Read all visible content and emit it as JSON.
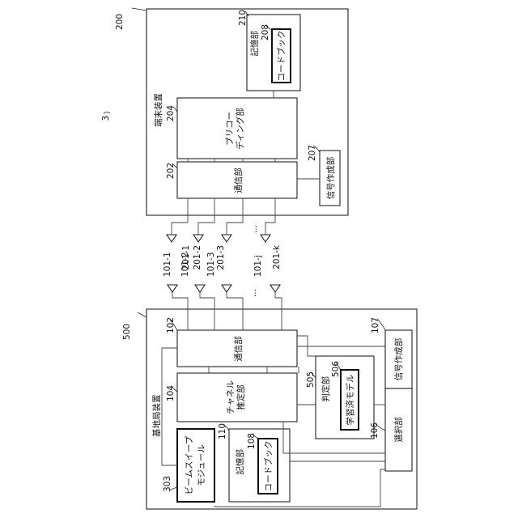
{
  "figure_number": "3",
  "terminal": {
    "ref": "200",
    "title": "端末装置",
    "storage": {
      "ref": "210",
      "label": "記憶部"
    },
    "codebook": {
      "ref": "208",
      "label": "コードブック"
    },
    "precoding": {
      "ref": "204",
      "label_line1": "プリコー",
      "label_line2": "ディング部"
    },
    "comm": {
      "ref": "202",
      "label": "通信部"
    },
    "signal": {
      "ref": "207",
      "label": "信号作成部"
    },
    "antennas": [
      "201-1",
      "201-2",
      "201-3",
      "201-k"
    ],
    "ellipsis": "…"
  },
  "base_station": {
    "ref": "500",
    "title": "基地局装置",
    "antennas": [
      "101-1",
      "101-2",
      "101-3",
      "101-j"
    ],
    "ellipsis": "…",
    "comm": {
      "ref": "102",
      "label": "通信部"
    },
    "channel": {
      "ref": "104",
      "label_line1": "チャネル",
      "label_line2": "推定部"
    },
    "signal": {
      "ref": "107",
      "label": "信号作成部"
    },
    "judge": {
      "ref": "505",
      "label": "判定部"
    },
    "model": {
      "ref": "506",
      "label": "学習済モデル"
    },
    "select": {
      "ref": "106",
      "label": "選択部"
    },
    "beam": {
      "ref": "303",
      "label_line1": "ビームスイープ",
      "label_line2": "モジュール"
    },
    "storage": {
      "ref": "110",
      "label": "記憶部"
    },
    "codebook": {
      "ref": "108",
      "label": "コードブック"
    }
  }
}
